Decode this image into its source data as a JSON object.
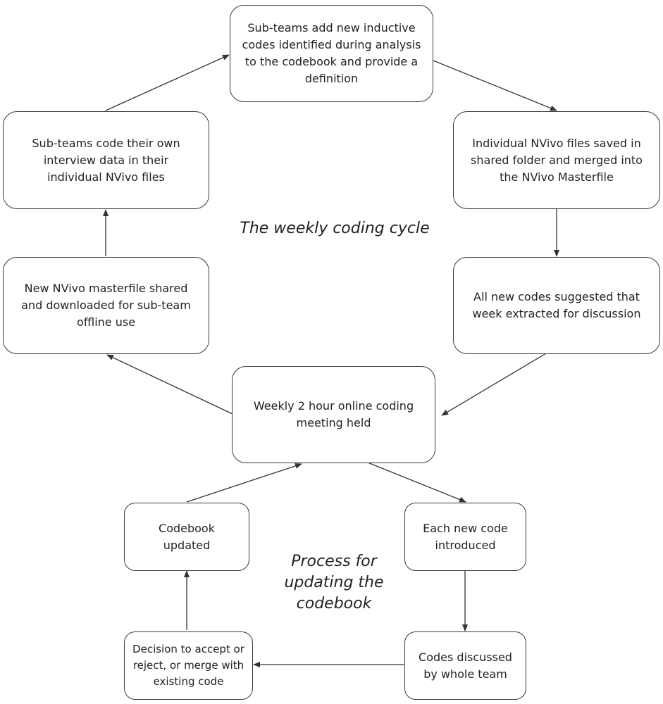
{
  "weekly_cycle": {
    "caption": "The weekly coding cycle",
    "nodes": {
      "add_codes": "Sub-teams add new inductive codes identified during analysis to the codebook and provide a definition",
      "merge_files": "Individual NVivo files saved in shared folder and merged into the NVivo Masterfile",
      "extract_codes": "All new codes suggested that week extracted for discussion",
      "meeting": "Weekly 2 hour online coding meeting held",
      "share_masterfile": "New NVivo masterfile shared and downloaded for sub-team offline use",
      "code_data": "Sub-teams code their own interview data in their individual NVivo files"
    }
  },
  "codebook_process": {
    "caption": "Process for updating the codebook",
    "nodes": {
      "introduce": "Each new code introduced",
      "discuss": "Codes discussed by whole team",
      "decide": "Decision to accept or reject, or merge with existing code",
      "updated": "Codebook updated"
    }
  }
}
